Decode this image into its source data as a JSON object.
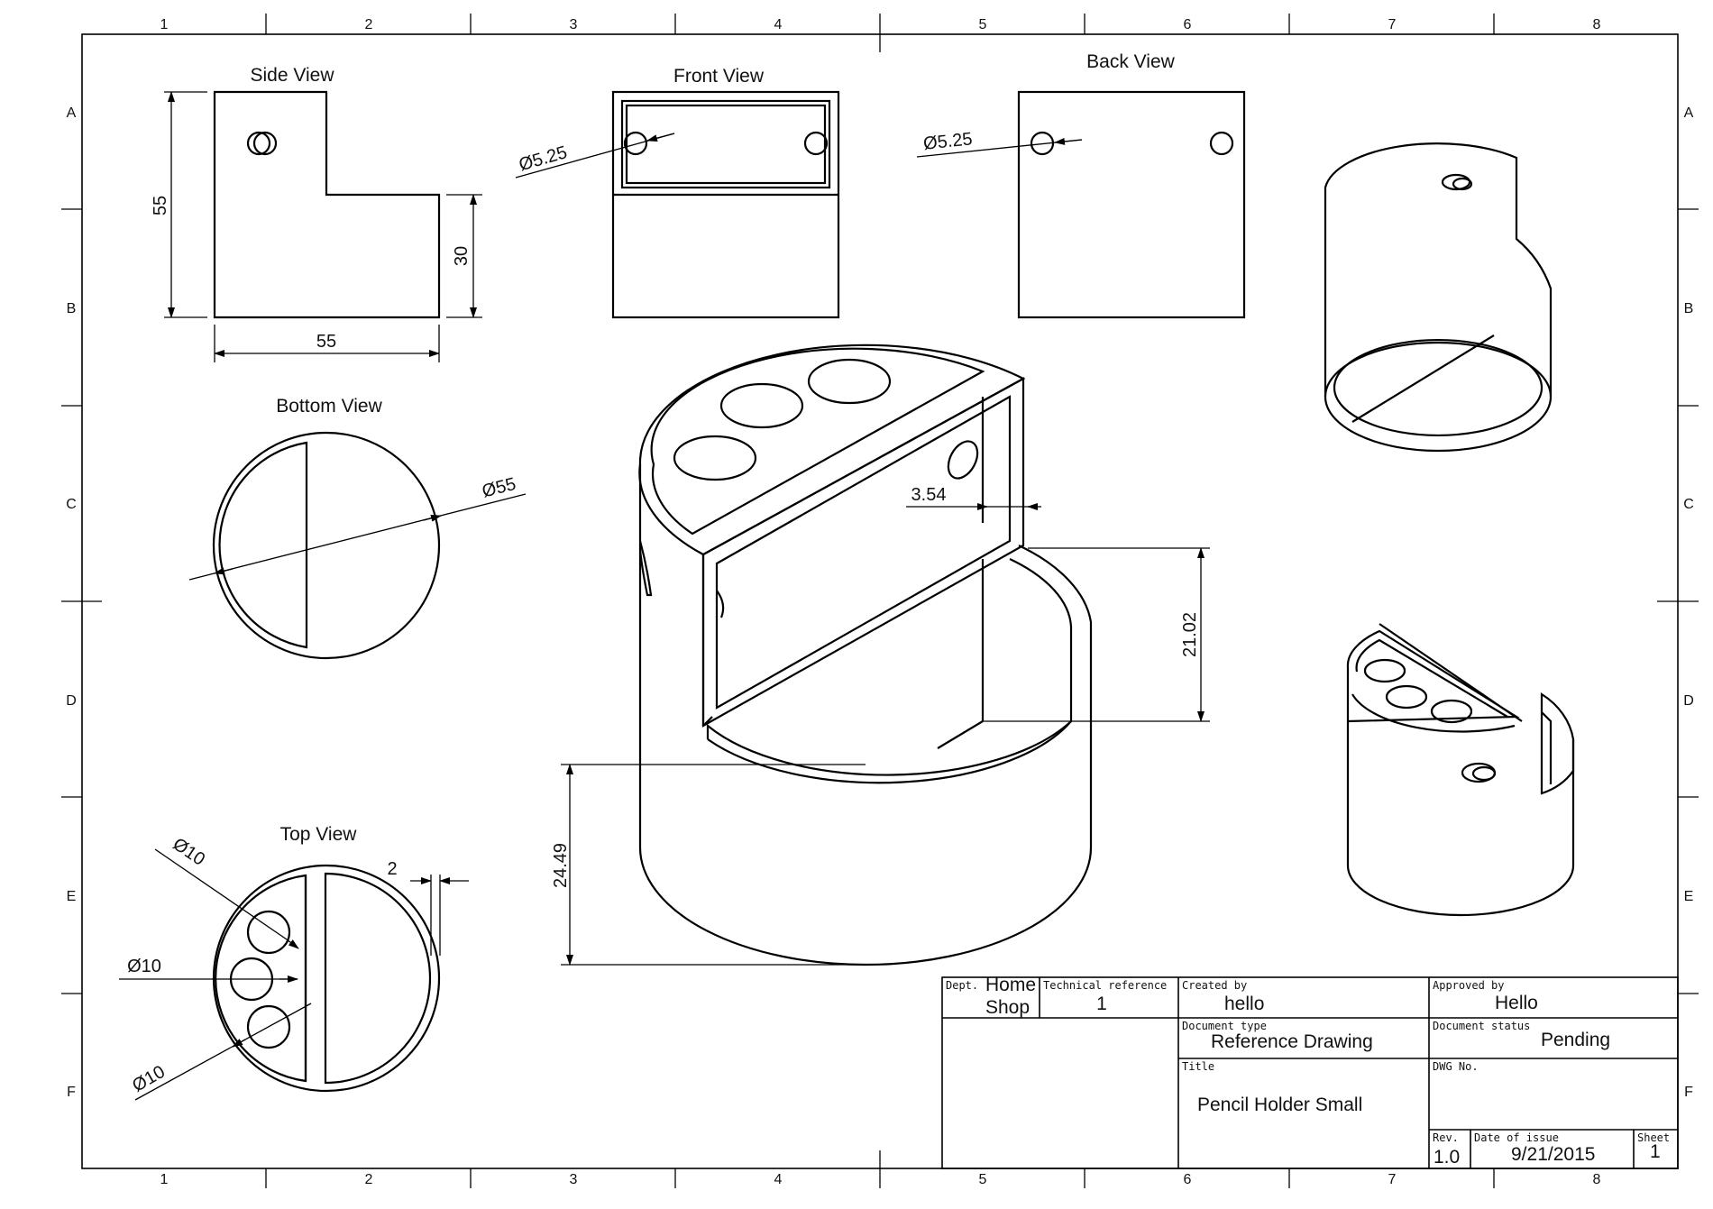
{
  "sheet": {
    "zone_columns": [
      "1",
      "2",
      "3",
      "4",
      "5",
      "6",
      "7",
      "8"
    ],
    "zone_rows": [
      "A",
      "B",
      "C",
      "D",
      "E",
      "F"
    ]
  },
  "views": {
    "side": {
      "label": "Side View",
      "dim_height": "55",
      "dim_width": "55",
      "dim_step": "30"
    },
    "front": {
      "label": "Front View",
      "dim_hole": "Ø5.25"
    },
    "back": {
      "label": "Back View",
      "dim_hole": "Ø5.25"
    },
    "bottom": {
      "label": "Bottom View",
      "dim_diameter": "Ø55"
    },
    "top": {
      "label": "Top View",
      "dim_hole_1": "Ø10",
      "dim_hole_2": "Ø10",
      "dim_hole_3": "Ø10",
      "dim_wall": "2"
    },
    "iso": {
      "dim_wall": "3.54",
      "dim_upper_height": "21.02",
      "dim_lower_height": "24.49"
    }
  },
  "title_block": {
    "dept_label": "Dept.",
    "dept_value_line1": "Home",
    "dept_value_line2": "Shop",
    "tech_ref_label": "Technical reference",
    "tech_ref_value": "1",
    "created_by_label": "Created by",
    "created_by_value": "hello",
    "approved_by_label": "Approved by",
    "approved_by_value": "Hello",
    "doc_type_label": "Document type",
    "doc_type_value": "Reference Drawing",
    "doc_status_label": "Document status",
    "doc_status_value": "Pending",
    "title_label": "Title",
    "title_value": "Pencil Holder Small",
    "dwg_no_label": "DWG No.",
    "rev_label": "Rev.",
    "rev_value": "1.0",
    "date_label": "Date of issue",
    "date_value": "9/21/2015",
    "sheet_label": "Sheet",
    "sheet_value": "1"
  }
}
